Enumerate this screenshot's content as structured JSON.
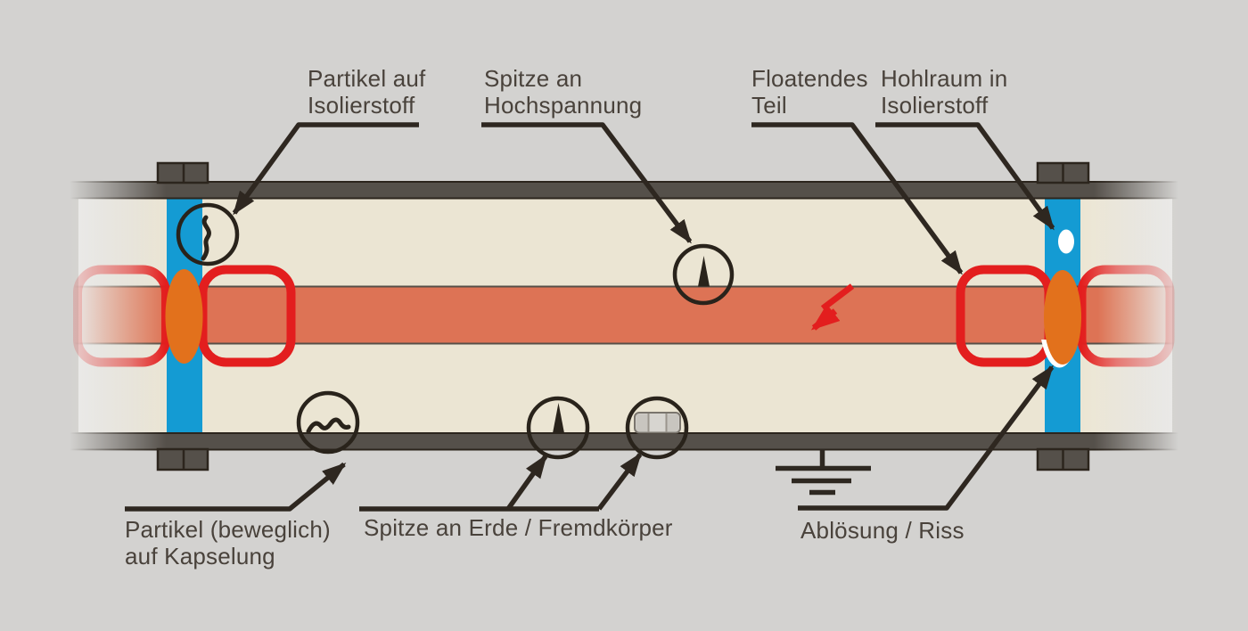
{
  "diagram": {
    "description": "Schnittbild einer gasisolierten Schaltanlage mit Fehlstellen",
    "labels": {
      "particle_on_insulator": {
        "line1": "Partikel auf",
        "line2": "Isolierstoff"
      },
      "tip_at_hv": {
        "line1": "Spitze an",
        "line2": "Hochspannung"
      },
      "floating_part": {
        "line1": "Floatendes",
        "line2": "Teil"
      },
      "void_in_insulator": {
        "line1": "Hohlraum in",
        "line2": "Isolierstoff"
      },
      "particle_movable": {
        "line1": "Partikel (beweglich)",
        "line2": "auf Kapselung"
      },
      "tip_at_earth": {
        "text": "Spitze an Erde / Fremdkörper"
      },
      "detachment_crack": {
        "text": "Ablösung / Riss"
      }
    },
    "icons": [
      "particle-on-insulator-icon",
      "needle-at-hv-icon",
      "floating-part-outline",
      "void-in-insulator-icon",
      "moving-particle-icon",
      "needle-at-earth-icon",
      "bolt-nut-icon",
      "ground-symbol",
      "flashover-lightning-arrow"
    ],
    "colors": {
      "background": "#d3d2d0",
      "enclosure": "#55504a",
      "enclosure_outline": "#2c251d",
      "interior": "#ebe5d3",
      "busbar": "#dd7355",
      "busbar_edge": "#564f47",
      "spacer_blue": "#149bd3",
      "conductor_insert_orange": "#e2711c",
      "defect_red": "#e31e1e",
      "leader_black": "#2e2720",
      "text": "#49423b",
      "nut_grey": "#d7d5d0",
      "white": "#ffffff"
    }
  }
}
